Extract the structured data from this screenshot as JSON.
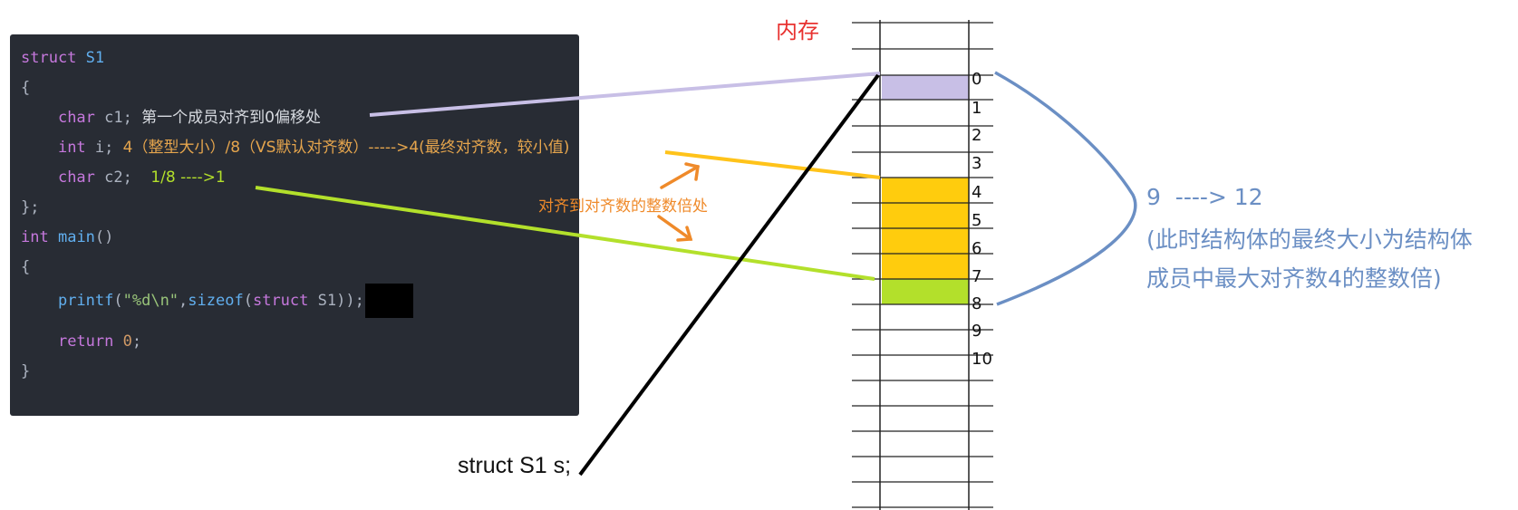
{
  "code": {
    "line1": {
      "kw": "struct",
      "name": "S1"
    },
    "line2": "{",
    "line3": {
      "type": "char",
      "decl": "c1;",
      "note": "第一个成员对齐到0偏移处"
    },
    "line4": {
      "type": "int",
      "decl": "i;",
      "note": "4（整型大小）/8（VS默认对齐数）----->4(最终对齐数，较小值)"
    },
    "line5": {
      "type": "char",
      "decl": "c2;",
      "note": "1/8 ---->1"
    },
    "line6": "};",
    "line7": {
      "type": "int",
      "fn": "main",
      "rest": "()"
    },
    "line8": "{",
    "line9": {
      "fn": "printf",
      "p1": "(",
      "str": "\"%d\\n\"",
      "comma": ",",
      "fn2": "sizeof",
      "p2": "(",
      "kw": "struct",
      "rest": " S1));"
    },
    "line10": {
      "kw": "return",
      "num": "0",
      "semi": ";"
    },
    "line11": "}"
  },
  "memory": {
    "title": "内存",
    "addresses": [
      "0",
      "1",
      "2",
      "3",
      "4",
      "5",
      "6",
      "7",
      "8",
      "9",
      "10"
    ],
    "colors": {
      "c1": "#c8bfe6",
      "i": "#ffcc0d",
      "c2": "#b3e02b"
    }
  },
  "annotation": {
    "align": "对齐到对齐数的整数倍处"
  },
  "struct_label": "struct S1 s;",
  "summary": {
    "line1": "9  ----> 12",
    "line2": "(此时结构体的最终大小为结构体",
    "line3": "成员中最大对齐数4的整数倍)"
  }
}
